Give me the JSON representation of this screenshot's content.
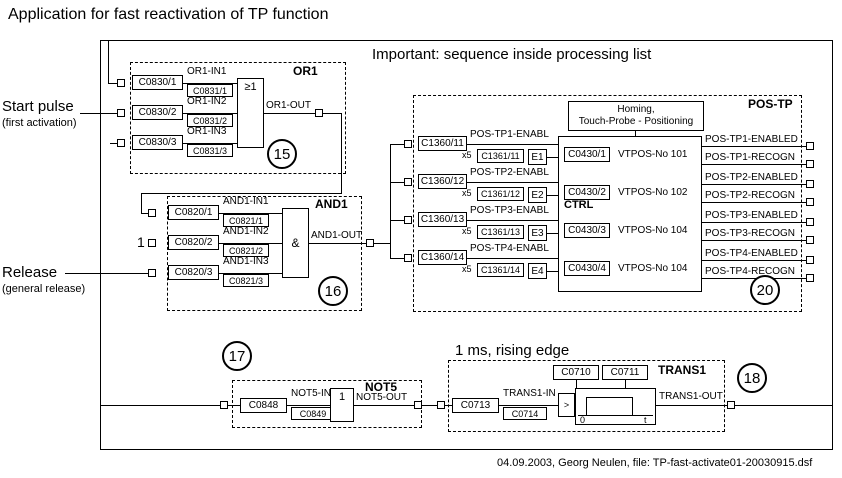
{
  "page": {
    "title": "Application for fast reactivation of TP function",
    "note": "Important: sequence inside processing list",
    "footer": "04.09.2003, Georg Neulen, file: TP-fast-activate01-20030915.dsf"
  },
  "inputs": {
    "start_pulse": "Start pulse",
    "start_pulse_sub": "(first activation)",
    "release": "Release",
    "release_sub": "(general release)",
    "const_one": "1"
  },
  "or1": {
    "title": "OR1",
    "badge": "15",
    "gate": "≥1",
    "out_label": "OR1-OUT",
    "rows": [
      {
        "code": "C0830/1",
        "label": "OR1-IN1",
        "param": "C0831/1"
      },
      {
        "code": "C0830/2",
        "label": "OR1-IN2",
        "param": "C0831/2"
      },
      {
        "code": "C0830/3",
        "label": "OR1-IN3",
        "param": "C0831/3"
      }
    ]
  },
  "and1": {
    "title": "AND1",
    "badge": "16",
    "gate": "&",
    "out_label": "AND1-OUT",
    "rows": [
      {
        "code": "C0820/1",
        "label": "AND1-IN1",
        "param": "C0821/1"
      },
      {
        "code": "C0820/2",
        "label": "AND1-IN2",
        "param": "C0821/2"
      },
      {
        "code": "C0820/3",
        "label": "AND1-IN3",
        "param": "C0821/3"
      }
    ]
  },
  "postp": {
    "title": "POS-TP",
    "badge": "20",
    "header_line1": "Homing,",
    "header_line2": "Touch-Probe - Positioning",
    "ctrl": "CTRL",
    "multiplier": "x5",
    "rows": [
      {
        "code": "C1360/11",
        "enable_label": "POS-TP1-ENABL",
        "param": "C1361/11",
        "pin": "E1",
        "ctrl_code": "C0430/1",
        "vtpos": "VTPOS-No 101",
        "out_enabled": "POS-TP1-ENABLED",
        "out_recogn": "POS-TP1-RECOGN"
      },
      {
        "code": "C1360/12",
        "enable_label": "POS-TP2-ENABL",
        "param": "C1361/12",
        "pin": "E2",
        "ctrl_code": "C0430/2",
        "vtpos": "VTPOS-No 102",
        "out_enabled": "POS-TP2-ENABLED",
        "out_recogn": "POS-TP2-RECOGN"
      },
      {
        "code": "C1360/13",
        "enable_label": "POS-TP3-ENABL",
        "param": "C1361/13",
        "pin": "E3",
        "ctrl_code": "C0430/3",
        "vtpos": "VTPOS-No 104",
        "out_enabled": "POS-TP3-ENABLED",
        "out_recogn": "POS-TP3-RECOGN"
      },
      {
        "code": "C1360/14",
        "enable_label": "POS-TP4-ENABL",
        "param": "C1361/14",
        "pin": "E4",
        "ctrl_code": "C0430/4",
        "vtpos": "VTPOS-No 104",
        "out_enabled": "POS-TP4-ENABLED",
        "out_recogn": "POS-TP4-RECOGN"
      }
    ]
  },
  "not5": {
    "title": "NOT5",
    "badge": "17",
    "gate": "1",
    "code": "C0848",
    "in_label": "NOT5-IN",
    "param": "C0849",
    "out_label": "NOT5-OUT"
  },
  "trans1": {
    "title": "TRANS1",
    "badge": "18",
    "caption": "1 ms, rising edge",
    "code_top1": "C0710",
    "code_top2": "C0711",
    "code": "C0713",
    "in_label": "TRANS1-IN",
    "param": "C0714",
    "out_label": "TRANS1-OUT",
    "trigger_glyph": ">",
    "t0": "0",
    "t1": "t"
  }
}
